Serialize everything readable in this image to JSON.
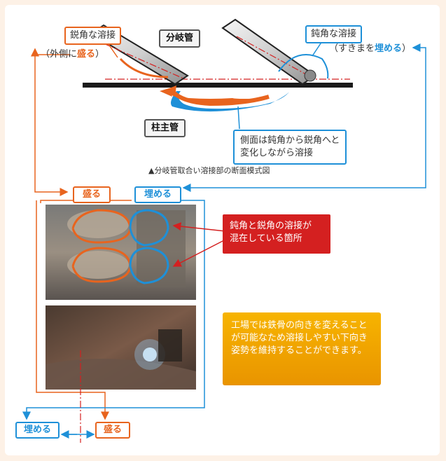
{
  "top": {
    "acute_label": "鋭角な溶接",
    "branch_pipe": "分岐管",
    "obtuse_label": "鈍角な溶接",
    "outer_note_prefix": "（外側に",
    "outer_note_em": "盛る",
    "outer_note_suffix": "）",
    "gap_note_prefix": "（すきまを",
    "gap_note_em": "埋める",
    "gap_note_suffix": "）",
    "main_pipe": "柱主管",
    "side_note_line1": "側面は鈍角から鋭角へと",
    "side_note_line2": "変化しながら溶接",
    "caption": "▲分岐管取合い溶接部の断面模式図"
  },
  "tags": {
    "mound_top": "盛る",
    "fill_top": "埋める",
    "fill_bottom": "埋める",
    "mound_bottom": "盛る"
  },
  "callouts": {
    "mixed_line1": "鈍角と鋭角の溶接が",
    "mixed_line2": "混在している箇所",
    "factory": "工場では鉄骨の向きを変えることが可能なため溶接しやすい下向き姿勢を維持することができます。"
  },
  "colors": {
    "orange": "#e8641e",
    "blue": "#1e90d8",
    "red": "#d42020",
    "gold": "#f0a400"
  }
}
